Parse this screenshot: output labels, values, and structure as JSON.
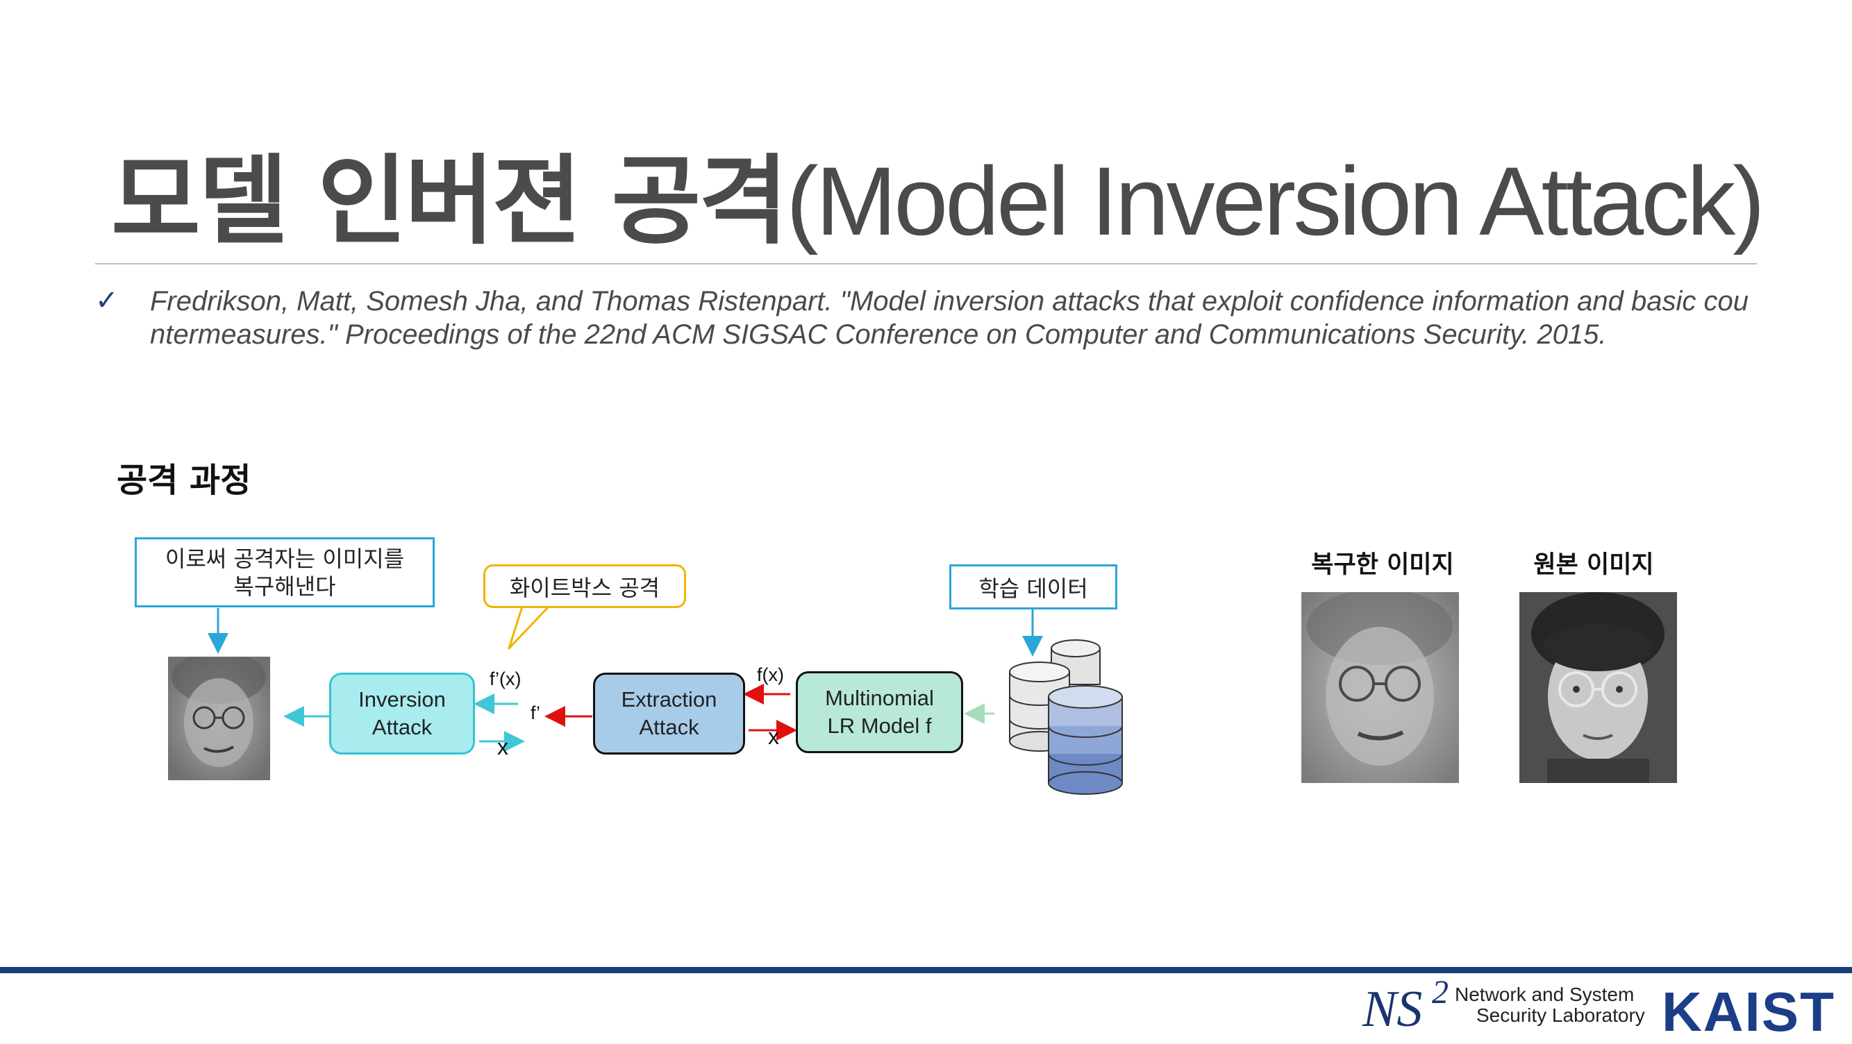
{
  "slide": {
    "title_ko": "모델 인버젼 공격",
    "title_en": "(Model Inversion Attack)",
    "citation_check": "✓",
    "citation": "Fredrikson, Matt, Somesh Jha, and Thomas Ristenpart. \"Model inversion attacks that exploit confidence information and basic countermeasures.\" Proceedings of the 22nd ACM SIGSAC Conference on Computer and Communications Security. 2015.",
    "section_heading": "공격 과정"
  },
  "diagram": {
    "callout_recover_line1": "이로써 공격자는 이미지를",
    "callout_recover_line2": "복구해낸다",
    "callout_whitebox": "화이트박스 공격",
    "callout_training": "학습 데이터",
    "inversion_line1": "Inversion",
    "inversion_line2": "Attack",
    "extraction_line1": "Extraction",
    "extraction_line2": "Attack",
    "model_line1": "Multinomial",
    "model_line2": "LR Model f",
    "label_fprime_x": "f’(x)",
    "label_fprime": "f’",
    "label_x_left": "x",
    "label_fx": "f(x)",
    "label_x_right": "x",
    "colors": {
      "cyan_arrow": "#3ec8d6",
      "red_arrow": "#e01010",
      "green_arrow": "#a6dcb9",
      "blue_arrow": "#2aa7d8"
    }
  },
  "comparison": {
    "recovered_caption": "복구한 이미지",
    "original_caption": "원본 이미지"
  },
  "footer": {
    "ns_logo": "NS",
    "ns_sup": "2",
    "lab_line1": "Network and System",
    "lab_line2": "Security Laboratory",
    "kaist": "KAIST"
  }
}
